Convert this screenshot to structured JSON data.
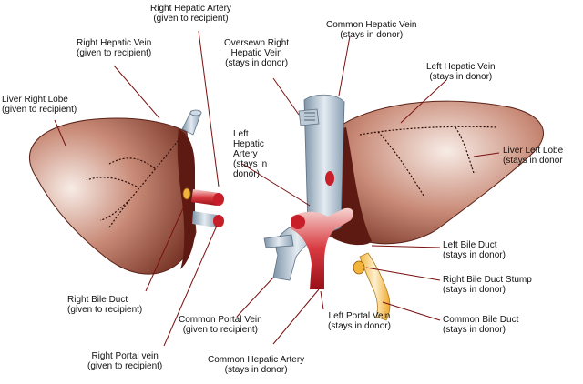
{
  "labels": {
    "right_hepatic_artery": {
      "name": "Right Hepatic Artery",
      "note": "(given to recipient)"
    },
    "right_hepatic_vein": {
      "name": "Right Hepatic Vein",
      "note": "(given to recipient)"
    },
    "liver_right_lobe": {
      "name": "Liver Right Lobe",
      "note": "(given to recipient)"
    },
    "oversewn_right_hepatic_vein": {
      "name1": "Oversewn Right",
      "name2": "Hepatic Vein",
      "note": "(stays in donor)"
    },
    "common_hepatic_vein": {
      "name": "Common Hepatic Vein",
      "note": "(stays in donor)"
    },
    "left_hepatic_vein": {
      "name": "Left Hepatic Vein",
      "note": "(stays in donor)"
    },
    "left_hepatic_artery": {
      "name1": "Left",
      "name2": "Hepatic",
      "name3": "Artery",
      "note1": "(stays in",
      "note2": "donor)"
    },
    "liver_left_lobe": {
      "name": "Liver Left Lobe",
      "note": "(stays in donor"
    },
    "left_bile_duct": {
      "name": "Left Bile Duct",
      "note": "(stays in donor)"
    },
    "right_bile_duct_stump": {
      "name": "Right Bile Duct Stump",
      "note": "(stays in donor)"
    },
    "common_bile_duct": {
      "name": "Common Bile Duct",
      "note": "(stays in donor)"
    },
    "right_bile_duct": {
      "name": "Right Bile Duct",
      "note": "(given to recipient)"
    },
    "common_portal_vein": {
      "name": "Common Portal Vein",
      "note": "(given to recipient)"
    },
    "left_portal_vein": {
      "name": "Left Portal Vein",
      "note": "(stays in donor)"
    },
    "right_portal_vein": {
      "name": "Right Portal vein",
      "note": "(given to recipient)"
    },
    "common_hepatic_artery": {
      "name": "Common Hepatic Artery",
      "note": "(stays in donor)"
    }
  },
  "colors": {
    "liver_light": "#f4e4dc",
    "liver_mid": "#b36a56",
    "liver_dark": "#6e2a1d",
    "cut_surface": "#5c1a12",
    "vein_blue": "#9fb2c4",
    "vein_light": "#dfe7ee",
    "artery_red": "#c81e2a",
    "artery_light": "#f3c3c0",
    "bile_yellow": "#f2b53a",
    "bile_light": "#fbe7b4",
    "leader_line": "#7a1010"
  }
}
